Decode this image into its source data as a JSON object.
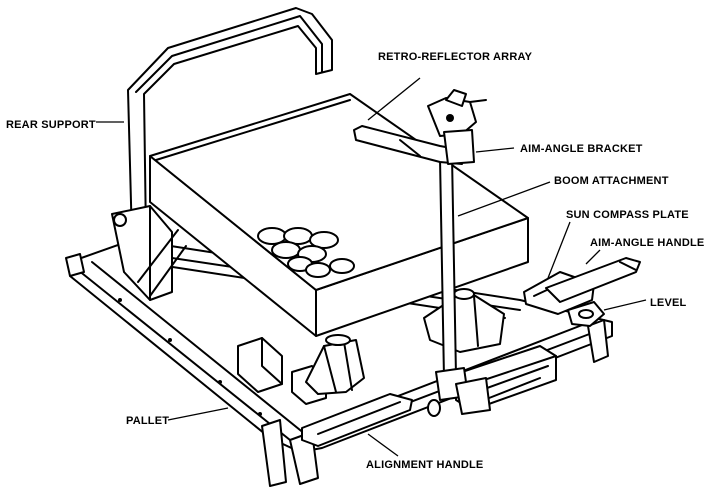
{
  "diagram": {
    "labels": {
      "retro_reflector_array": "RETRO-REFLECTOR ARRAY",
      "rear_support": "REAR SUPPORT",
      "aim_angle_bracket": "AIM-ANGLE BRACKET",
      "boom_attachment": "BOOM ATTACHMENT",
      "sun_compass_plate": "SUN COMPASS PLATE",
      "aim_angle_handle": "AIM-ANGLE HANDLE",
      "level": "LEVEL",
      "pallet": "PALLET",
      "alignment_handle": "ALIGNMENT HANDLE"
    }
  }
}
